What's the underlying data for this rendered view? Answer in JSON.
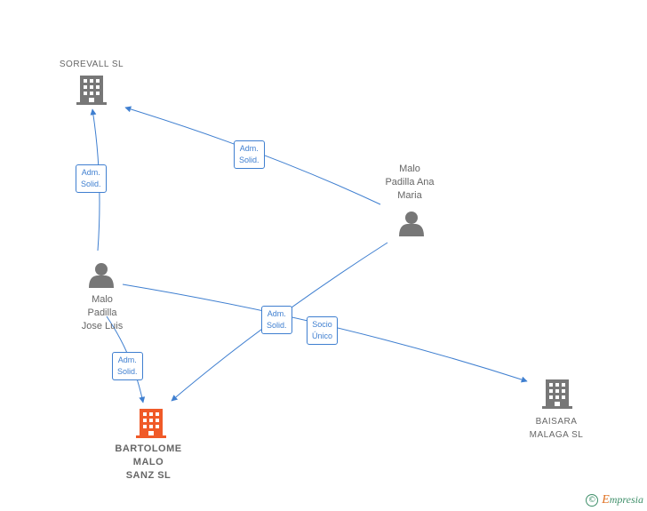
{
  "nodes": {
    "sorevall": {
      "label": "SOREVALL SL",
      "icon": "building-icon"
    },
    "malo_ana": {
      "label": "Malo\nPadilla Ana\nMaria",
      "icon": "person-icon"
    },
    "malo_jose": {
      "label": "Malo\nPadilla\nJose Luis",
      "icon": "person-icon"
    },
    "bartolome": {
      "label": "BARTOLOME\nMALO\nSANZ SL",
      "icon": "building-icon"
    },
    "baisara": {
      "label": "BAISARA\nMALAGA SL",
      "icon": "building-icon"
    }
  },
  "edges": {
    "ana_to_sorevall": {
      "from": "Malo Padilla Ana Maria",
      "to": "SOREVALL SL",
      "label": "Adm.\nSolid."
    },
    "jose_to_sorevall": {
      "from": "Malo Padilla Jose Luis",
      "to": "SOREVALL SL",
      "label": "Adm.\nSolid."
    },
    "ana_to_bartolome": {
      "from": "Malo Padilla Ana Maria",
      "to": "BARTOLOME MALO SANZ SL",
      "label": "Adm.\nSolid."
    },
    "jose_to_baisara": {
      "from": "Malo Padilla Jose Luis",
      "to": "BAISARA MALAGA SL",
      "label": "Socio\nÚnico"
    },
    "jose_to_bartolome": {
      "from": "Malo Padilla Jose Luis",
      "to": "BARTOLOME MALO SANZ SL",
      "label": "Adm.\nSolid."
    }
  },
  "colors": {
    "edge": "#3f7fd0",
    "node_gray": "#777777",
    "node_highlight": "#f05a28",
    "brand": "#3f8f6a"
  },
  "footer": {
    "copyright_symbol": "©",
    "brand_first": "E",
    "brand_rest": "mpresia"
  }
}
